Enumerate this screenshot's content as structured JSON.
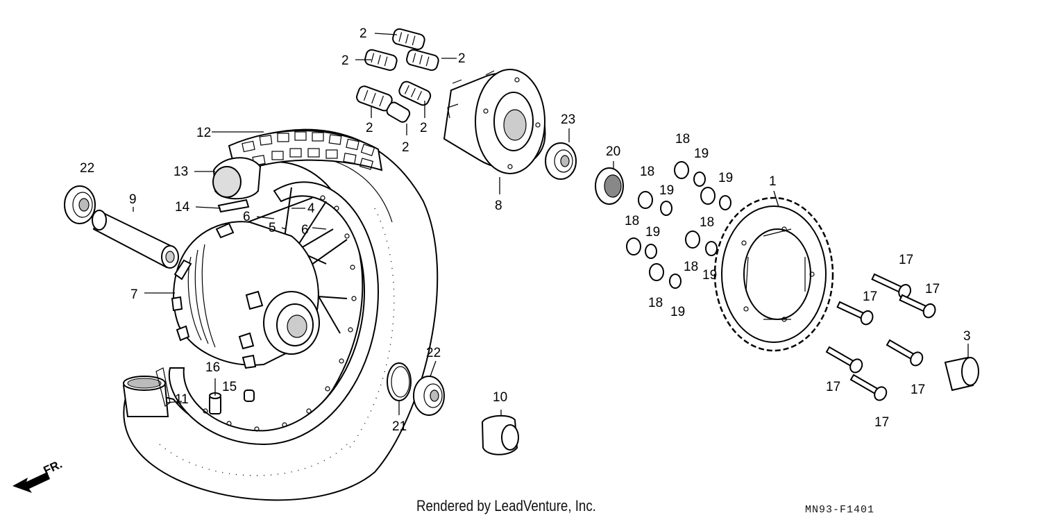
{
  "credit": "Rendered by LeadVenture, Inc.",
  "diagram_code": "MN93-F1401",
  "front_indicator": "FR.",
  "callouts": [
    {
      "id": "c2a",
      "text": "2"
    },
    {
      "id": "c2b",
      "text": "2"
    },
    {
      "id": "c2c",
      "text": "2"
    },
    {
      "id": "c2d",
      "text": "2"
    },
    {
      "id": "c2e",
      "text": "2"
    },
    {
      "id": "c2f",
      "text": "2"
    },
    {
      "id": "c12",
      "text": "12"
    },
    {
      "id": "c23",
      "text": "23"
    },
    {
      "id": "c22a",
      "text": "22"
    },
    {
      "id": "c13",
      "text": "13"
    },
    {
      "id": "c20",
      "text": "20"
    },
    {
      "id": "c18a",
      "text": "18"
    },
    {
      "id": "c19a",
      "text": "19"
    },
    {
      "id": "c18b",
      "text": "18"
    },
    {
      "id": "c19b",
      "text": "19"
    },
    {
      "id": "c19c",
      "text": "19"
    },
    {
      "id": "c9",
      "text": "9"
    },
    {
      "id": "c14",
      "text": "14"
    },
    {
      "id": "c6a",
      "text": "6"
    },
    {
      "id": "c4",
      "text": "4"
    },
    {
      "id": "c8",
      "text": "8"
    },
    {
      "id": "c1",
      "text": "1"
    },
    {
      "id": "c18c",
      "text": "18"
    },
    {
      "id": "c5",
      "text": "5"
    },
    {
      "id": "c6b",
      "text": "6"
    },
    {
      "id": "c18d",
      "text": "18"
    },
    {
      "id": "c19d",
      "text": "19"
    },
    {
      "id": "c18e",
      "text": "18"
    },
    {
      "id": "c19e",
      "text": "19"
    },
    {
      "id": "c17a",
      "text": "17"
    },
    {
      "id": "c7",
      "text": "7"
    },
    {
      "id": "c17b",
      "text": "17"
    },
    {
      "id": "c17c",
      "text": "17"
    },
    {
      "id": "c18f",
      "text": "18"
    },
    {
      "id": "c19f",
      "text": "19"
    },
    {
      "id": "c3",
      "text": "3"
    },
    {
      "id": "c22b",
      "text": "22"
    },
    {
      "id": "c16",
      "text": "16"
    },
    {
      "id": "c15",
      "text": "15"
    },
    {
      "id": "c11",
      "text": "11"
    },
    {
      "id": "c10",
      "text": "10"
    },
    {
      "id": "c17d",
      "text": "17"
    },
    {
      "id": "c17e",
      "text": "17"
    },
    {
      "id": "c21",
      "text": "21"
    },
    {
      "id": "c17f",
      "text": "17"
    }
  ]
}
